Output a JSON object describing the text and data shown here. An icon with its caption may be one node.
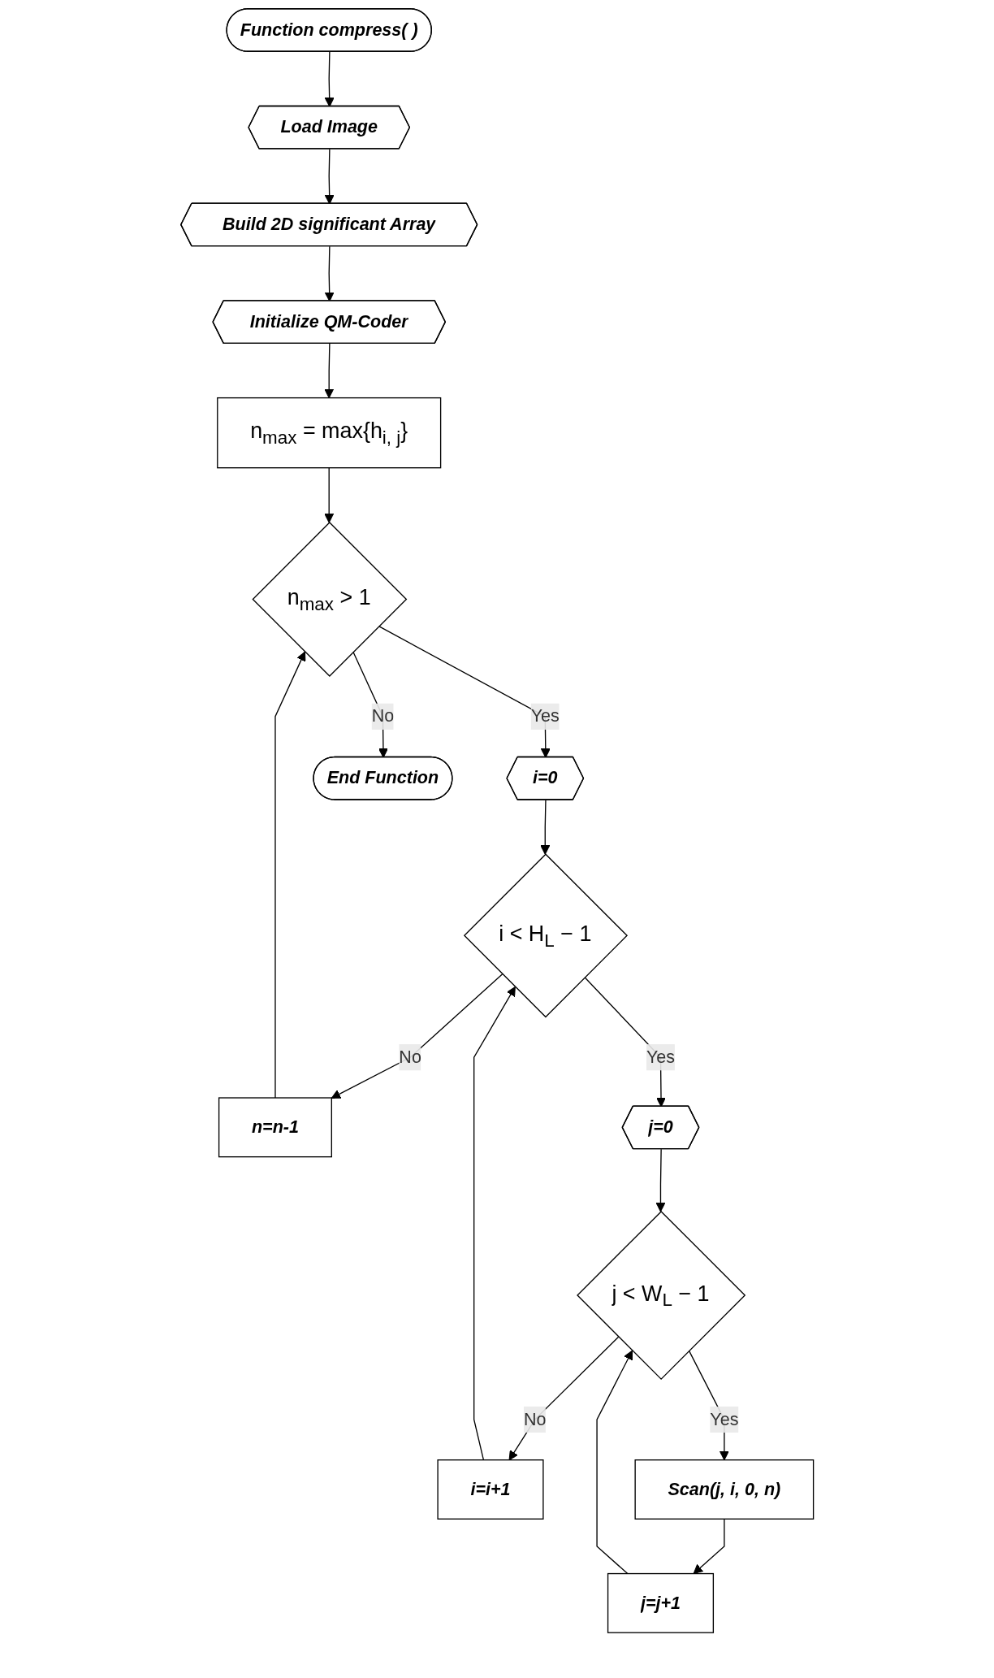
{
  "diagram": {
    "nodes": [
      {
        "text": [
          "Function compress( )"
        ]
      },
      {
        "text": [
          "Load Image"
        ]
      },
      {
        "text": [
          "Build 2D significant Array"
        ]
      },
      {
        "text": [
          "Initialize QM-Coder"
        ]
      },
      {
        "text": [
          "n$_{max}$ = max{h$_{i, j}$}"
        ]
      },
      {
        "text": [
          "n=n-1"
        ]
      },
      {
        "text": [
          "n$_{max}$ > 1"
        ]
      },
      {
        "text": [
          "i=0"
        ]
      },
      {
        "text": [
          "i=i+1"
        ]
      },
      {
        "text": [
          "i < H$_{L}$ − 1"
        ]
      },
      {
        "text": [
          "j=0"
        ]
      },
      {
        "text": [
          "j=j+1"
        ]
      },
      {
        "text": [
          "j < W$_{L}$ − 1"
        ]
      },
      {
        "text": [
          "Scan(j, i, 0, n)"
        ]
      },
      {
        "text": [
          "End Function"
        ]
      }
    ],
    "edges": [
      {
        "from": 0,
        "to": 1,
        "arrow": "to"
      },
      {
        "from": 1,
        "to": 2,
        "arrow": "to"
      },
      {
        "from": 2,
        "to": 3,
        "arrow": "to"
      },
      {
        "from": 3,
        "to": 4,
        "arrow": "to"
      },
      {
        "from": 4,
        "to": 6,
        "arrow": "to"
      },
      {
        "from": 5,
        "to": 6,
        "arrow": "to"
      },
      {
        "from": 6,
        "to": 7,
        "label": "Yes",
        "arrow": "to"
      },
      {
        "from": 6,
        "to": 14,
        "label": "No",
        "arrow": "to"
      },
      {
        "from": 7,
        "to": 9,
        "arrow": "to"
      },
      {
        "from": 8,
        "to": 9,
        "arrow": "to"
      },
      {
        "from": 9,
        "to": 5,
        "label": "No",
        "arrow": "to"
      },
      {
        "from": 9,
        "to": 10,
        "label": "Yes",
        "arrow": "to"
      },
      {
        "from": 10,
        "to": 12,
        "arrow": "to"
      },
      {
        "from": 11,
        "to": 12,
        "arrow": "to"
      },
      {
        "from": 12,
        "to": 8,
        "label": "No",
        "arrow": "to"
      },
      {
        "from": 12,
        "to": 13,
        "label": "Yes",
        "arrow": "to"
      },
      {
        "from": 13,
        "to": 11,
        "arrow": "to"
      }
    ]
  }
}
